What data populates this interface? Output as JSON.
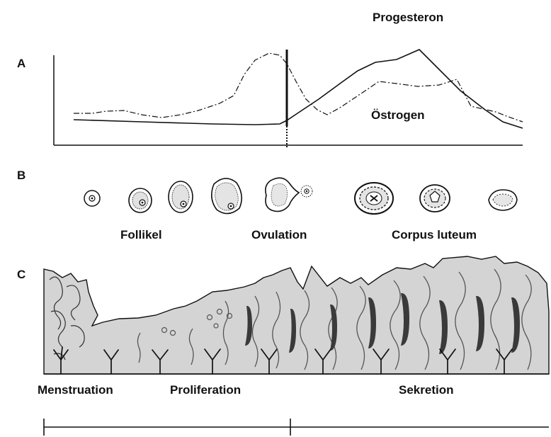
{
  "panel_a": {
    "letter": "A",
    "progesterone_label": "Progesteron",
    "estrogen_label": "Östrogen"
  },
  "panel_b": {
    "letter": "B",
    "follicle_label": "Follikel",
    "ovulation_label": "Ovulation",
    "corpus_luteum_label": "Corpus luteum"
  },
  "panel_c": {
    "letter": "C",
    "phase_menstruation": "Menstruation",
    "phase_proliferation": "Proliferation",
    "phase_secretion": "Sekretion"
  },
  "colors": {
    "line": "#111111",
    "tissue_fill": "#d4d4d4",
    "gland_dark": "#3a3a3a"
  }
}
